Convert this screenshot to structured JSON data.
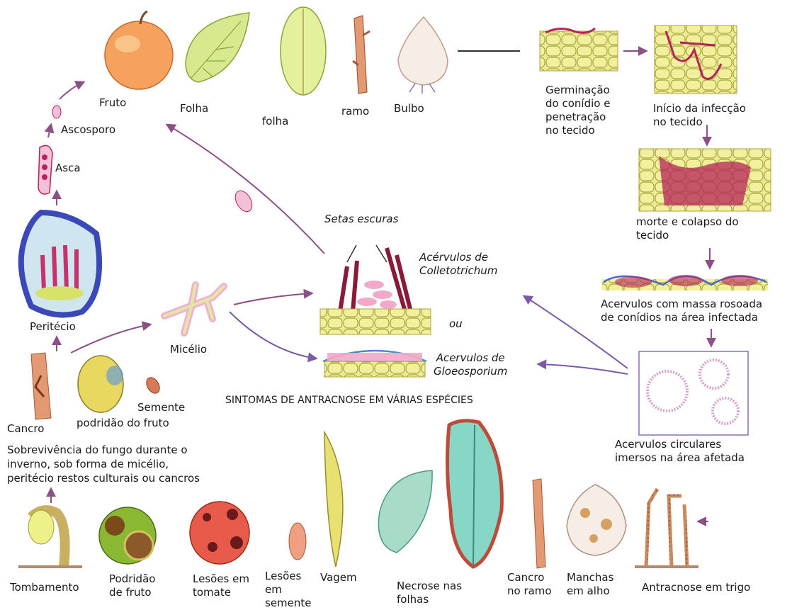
{
  "colors": {
    "arrow": "#8c4f86",
    "stain": "#b5235a",
    "tissue": "#e8e58a",
    "tissue_edge": "#9d9a3c",
    "pink": "#f0a0c0",
    "blue": "#5a6cc8",
    "leaf_green": "#cde589",
    "fruit_orange": "#f6a25e",
    "teal_leaf": "#86d7c6"
  },
  "top": {
    "fruto": "Fruto",
    "folha1": "Folha",
    "folha2": "folha",
    "ramo": "ramo",
    "bulbo": "Bulbo"
  },
  "infection": {
    "germinacao": "Germinação\ndo conídio e\npenetração\nno tecido",
    "inicio": "Início da infecção\nno tecido",
    "morte": "morte e colapso do\ntecido",
    "massa": "Acervulos com massa rosoada\nde conídios na área infectada",
    "circulares": "Acervulos circulares\nimersos na área afetada"
  },
  "sexual": {
    "ascosporo": "Ascosporo",
    "asca": "Asca",
    "peritecio": "Peritécio"
  },
  "center": {
    "setas": "Setas escuras",
    "colletotrichum": "Acérvulos de\nColletotrichum",
    "ou": "ou",
    "gloeosporium": "Acervulos de\nGloeosporium",
    "micelio": "Micélio",
    "title": "SINTOMAS DE ANTRACNOSE EM VÁRIAS ESPÉCIES"
  },
  "survival": {
    "cancro": "Cancro",
    "podridao": "podridão do fruto",
    "semente": "Semente",
    "line1": "Sobrevivência do fungo durante o",
    "line2": "inverno, sob   forma de micélio,",
    "line3": "peritécio restos culturais ou cancros"
  },
  "symptoms": {
    "tombamento": "Tombamento",
    "podridao_fruto": "Podridão\nde fruto",
    "lesoes_tomate": "Lesões em\ntomate",
    "lesoes_semente": "Lesões\nem\nsemente",
    "vagem": "Vagem",
    "necrose": "Necrose nas\nfolhas",
    "cancro_ramo": "Cancro\nno ramo",
    "manchas_alho": "Manchas\nem alho",
    "trigo": "Antracnose em trigo"
  }
}
